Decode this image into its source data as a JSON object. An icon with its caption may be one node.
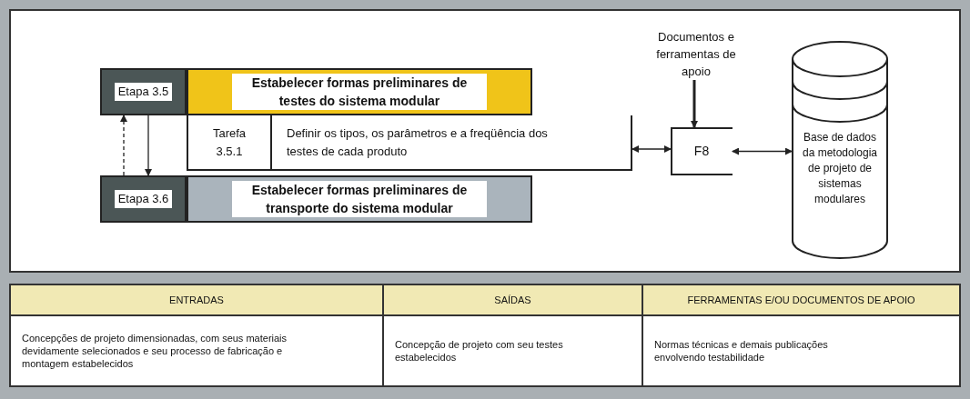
{
  "diagram": {
    "nodes": [
      {
        "text": [
          "Etapa 3.5"
        ]
      },
      {
        "text": [
          "Estabelecer formas preliminares de testes do sistema modular"
        ]
      },
      {
        "text": [
          "Tarefa 3.5.1",
          "Definir os tipos, os parâmetros e a freqüência dos testes de cada  produto"
        ]
      },
      {
        "text": [
          "Etapa 3.6"
        ]
      },
      {
        "text": [
          "Estabelecer formas preliminares de transporte do sistema modular"
        ]
      },
      {
        "text": [
          "Documentos e ferramentas de apoio"
        ]
      },
      {
        "text": [
          "F8"
        ]
      },
      {
        "text": [
          "Base de dados da metodologia de projeto de sistemas modulares"
        ]
      }
    ],
    "edges": [
      {
        "from": 3,
        "to": 0,
        "arrow": "to",
        "style": "dashed"
      },
      {
        "from": 0,
        "to": 3,
        "arrow": "to"
      },
      {
        "from": 2,
        "to": 6,
        "arrow": "both"
      },
      {
        "from": 6,
        "to": 7,
        "arrow": "both"
      },
      {
        "from": 5,
        "to": 6,
        "arrow": "to",
        "style": "thick"
      }
    ],
    "labels": [
      "ENTRADAS",
      "SAÍDAS",
      "FERRAMENTAS E/OU DOCUMENTOS DE APOIO",
      "Concepções de projeto dimensionadas, com seus materiais devidamente selecionados e seu processo de fabricação e montagem estabelecidos",
      "Concepção de projeto com seu testes estabelecidos",
      "Normas técnicas e demais publicações envolvendo testabilidade"
    ]
  }
}
